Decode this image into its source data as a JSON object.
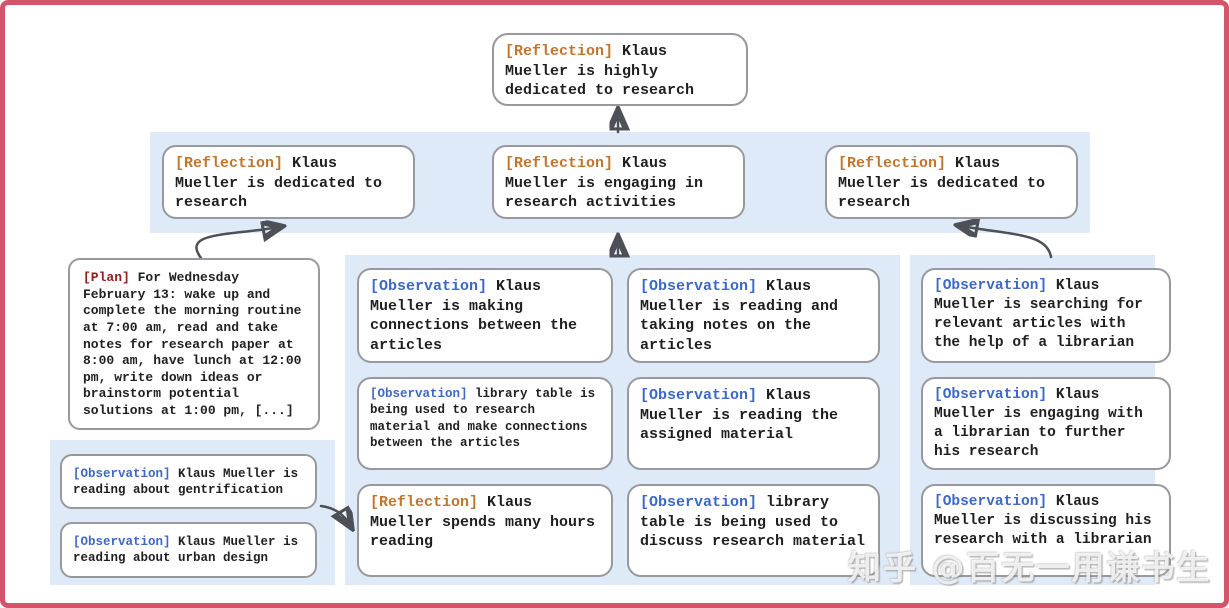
{
  "colors": {
    "reflection_label": "#c0762f",
    "observation_label": "#3d68c5",
    "plan_label": "#8e1d1d",
    "band_bg": "#dfeaf8",
    "box_border": "#97999c",
    "arrow": "#4d5157",
    "text": "#1f1f1f",
    "frame_border": "#d4546a"
  },
  "diagram": {
    "root": {
      "tag": "[Reflection]",
      "text": "Klaus Mueller is highly dedicated to research"
    },
    "row2": [
      {
        "tag": "[Reflection]",
        "text": "Klaus Mueller is dedicated to research"
      },
      {
        "tag": "[Reflection]",
        "text": "Klaus Mueller is engaging in research activities"
      },
      {
        "tag": "[Reflection]",
        "text": "Klaus Mueller is dedicated to research"
      }
    ],
    "plan": {
      "tag": "[Plan]",
      "text": "For Wednesday February 13: wake up and complete the morning routine at 7:00 am, read and take notes for research paper at 8:00 am, have lunch at 12:00 pm, write down ideas or brainstorm potential solutions at 1:00 pm, [...]"
    },
    "left_observations": [
      {
        "tag": "[Observation]",
        "text": "Klaus Mueller is reading about gentrification"
      },
      {
        "tag": "[Observation]",
        "text": "Klaus Mueller is reading about urban design"
      }
    ],
    "middle_column_1": [
      {
        "tag": "[Observation]",
        "text": "Klaus Mueller is making connections between the articles"
      },
      {
        "tag": "[Observation]",
        "text": "library table is being used to research material and make connections between the articles"
      },
      {
        "tag": "[Reflection]",
        "text": "Klaus Mueller spends many hours reading"
      }
    ],
    "middle_column_2": [
      {
        "tag": "[Observation]",
        "text": "Klaus Mueller is reading and taking notes on the articles"
      },
      {
        "tag": "[Observation]",
        "text": "Klaus Mueller is reading the assigned material"
      },
      {
        "tag": "[Observation]",
        "text": "library table is being used to discuss research material"
      }
    ],
    "right_column": [
      {
        "tag": "[Observation]",
        "text": "Klaus Mueller is searching for relevant articles with the help of a librarian"
      },
      {
        "tag": "[Observation]",
        "text": "Klaus Mueller is engaging with a librarian to further his research"
      },
      {
        "tag": "[Observation]",
        "text": "Klaus Mueller is discussing his research with a librarian"
      }
    ]
  },
  "watermark": {
    "text": "知乎 @百无一用谦书生"
  }
}
